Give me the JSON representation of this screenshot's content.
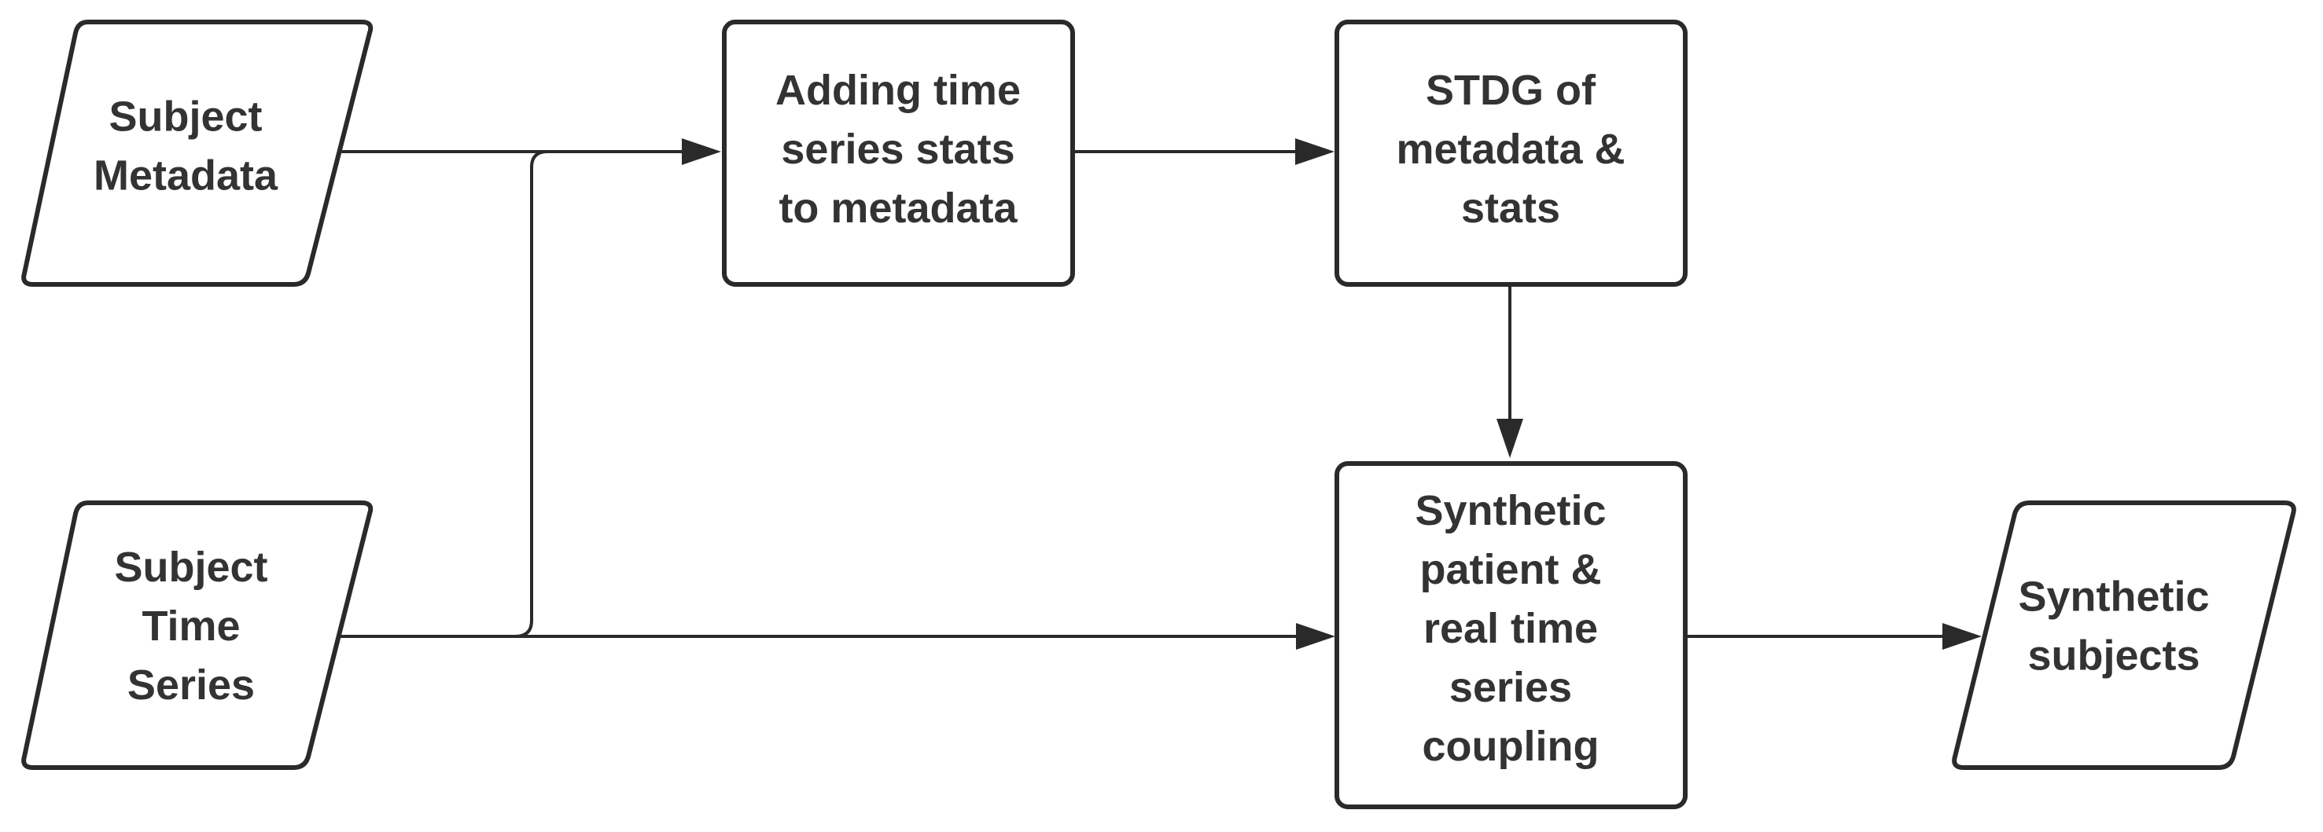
{
  "nodes": {
    "subject_metadata": {
      "shape": "parallelogram",
      "lines": [
        "Subject",
        "Metadata"
      ]
    },
    "subject_time_series": {
      "shape": "parallelogram",
      "lines": [
        "Subject",
        "Time",
        "Series"
      ]
    },
    "adding_stats": {
      "shape": "rounded-rectangle",
      "lines": [
        "Adding time",
        "series stats",
        "to metadata"
      ]
    },
    "stdg": {
      "shape": "rounded-rectangle",
      "lines": [
        "STDG of",
        "metadata &",
        "stats"
      ]
    },
    "coupling": {
      "shape": "rounded-rectangle",
      "lines": [
        "Synthetic",
        "patient &",
        "real time",
        "series",
        "coupling"
      ]
    },
    "synthetic_subjects": {
      "shape": "parallelogram",
      "lines": [
        "Synthetic",
        "subjects"
      ]
    }
  },
  "edges": [
    {
      "from": "subject_metadata",
      "to": "adding_stats"
    },
    {
      "from": "subject_time_series",
      "to": "adding_stats"
    },
    {
      "from": "subject_time_series",
      "to": "coupling"
    },
    {
      "from": "adding_stats",
      "to": "stdg"
    },
    {
      "from": "stdg",
      "to": "coupling"
    },
    {
      "from": "coupling",
      "to": "synthetic_subjects"
    }
  ],
  "colors": {
    "stroke": "#2a2a2a",
    "text": "#333333",
    "background": "#ffffff"
  }
}
